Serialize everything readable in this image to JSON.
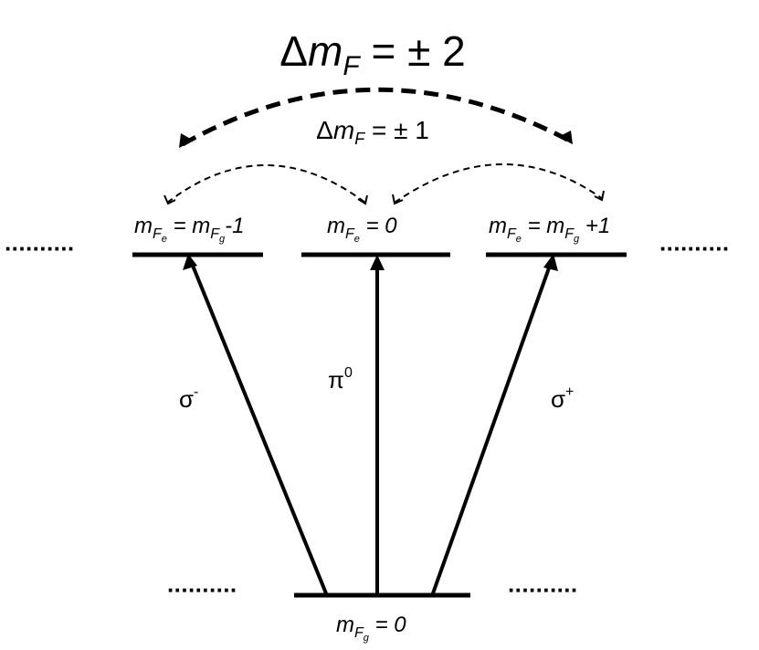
{
  "big_transition": {
    "delta": "Δ",
    "m": "m",
    "sub": "F",
    "rest": " = ± 2"
  },
  "small_transition": {
    "delta": "Δ",
    "m": "m",
    "sub": "F",
    "rest": " = ± 1"
  },
  "excited": {
    "left": {
      "m": "m",
      "sub": "F",
      "subsub": "e",
      "eq": " = m",
      "sub2": "F",
      "subsub2": "g",
      "tail": "-1"
    },
    "center": {
      "m": "m",
      "sub": "F",
      "subsub": "e",
      "tail": " = 0"
    },
    "right": {
      "m": "m",
      "sub": "F",
      "subsub": "e",
      "eq": " = m",
      "sub2": "F",
      "subsub2": "g",
      "tail": " +1"
    }
  },
  "ground": {
    "m": "m",
    "sub": "F",
    "subsub": "g",
    "tail": " = 0"
  },
  "polarizations": {
    "sigma_minus": {
      "base": "σ",
      "sup": "-"
    },
    "pi": {
      "base": "π",
      "sup": "0"
    },
    "sigma_plus": {
      "base": "σ",
      "sup": "+"
    }
  },
  "ellipsis": "··········"
}
